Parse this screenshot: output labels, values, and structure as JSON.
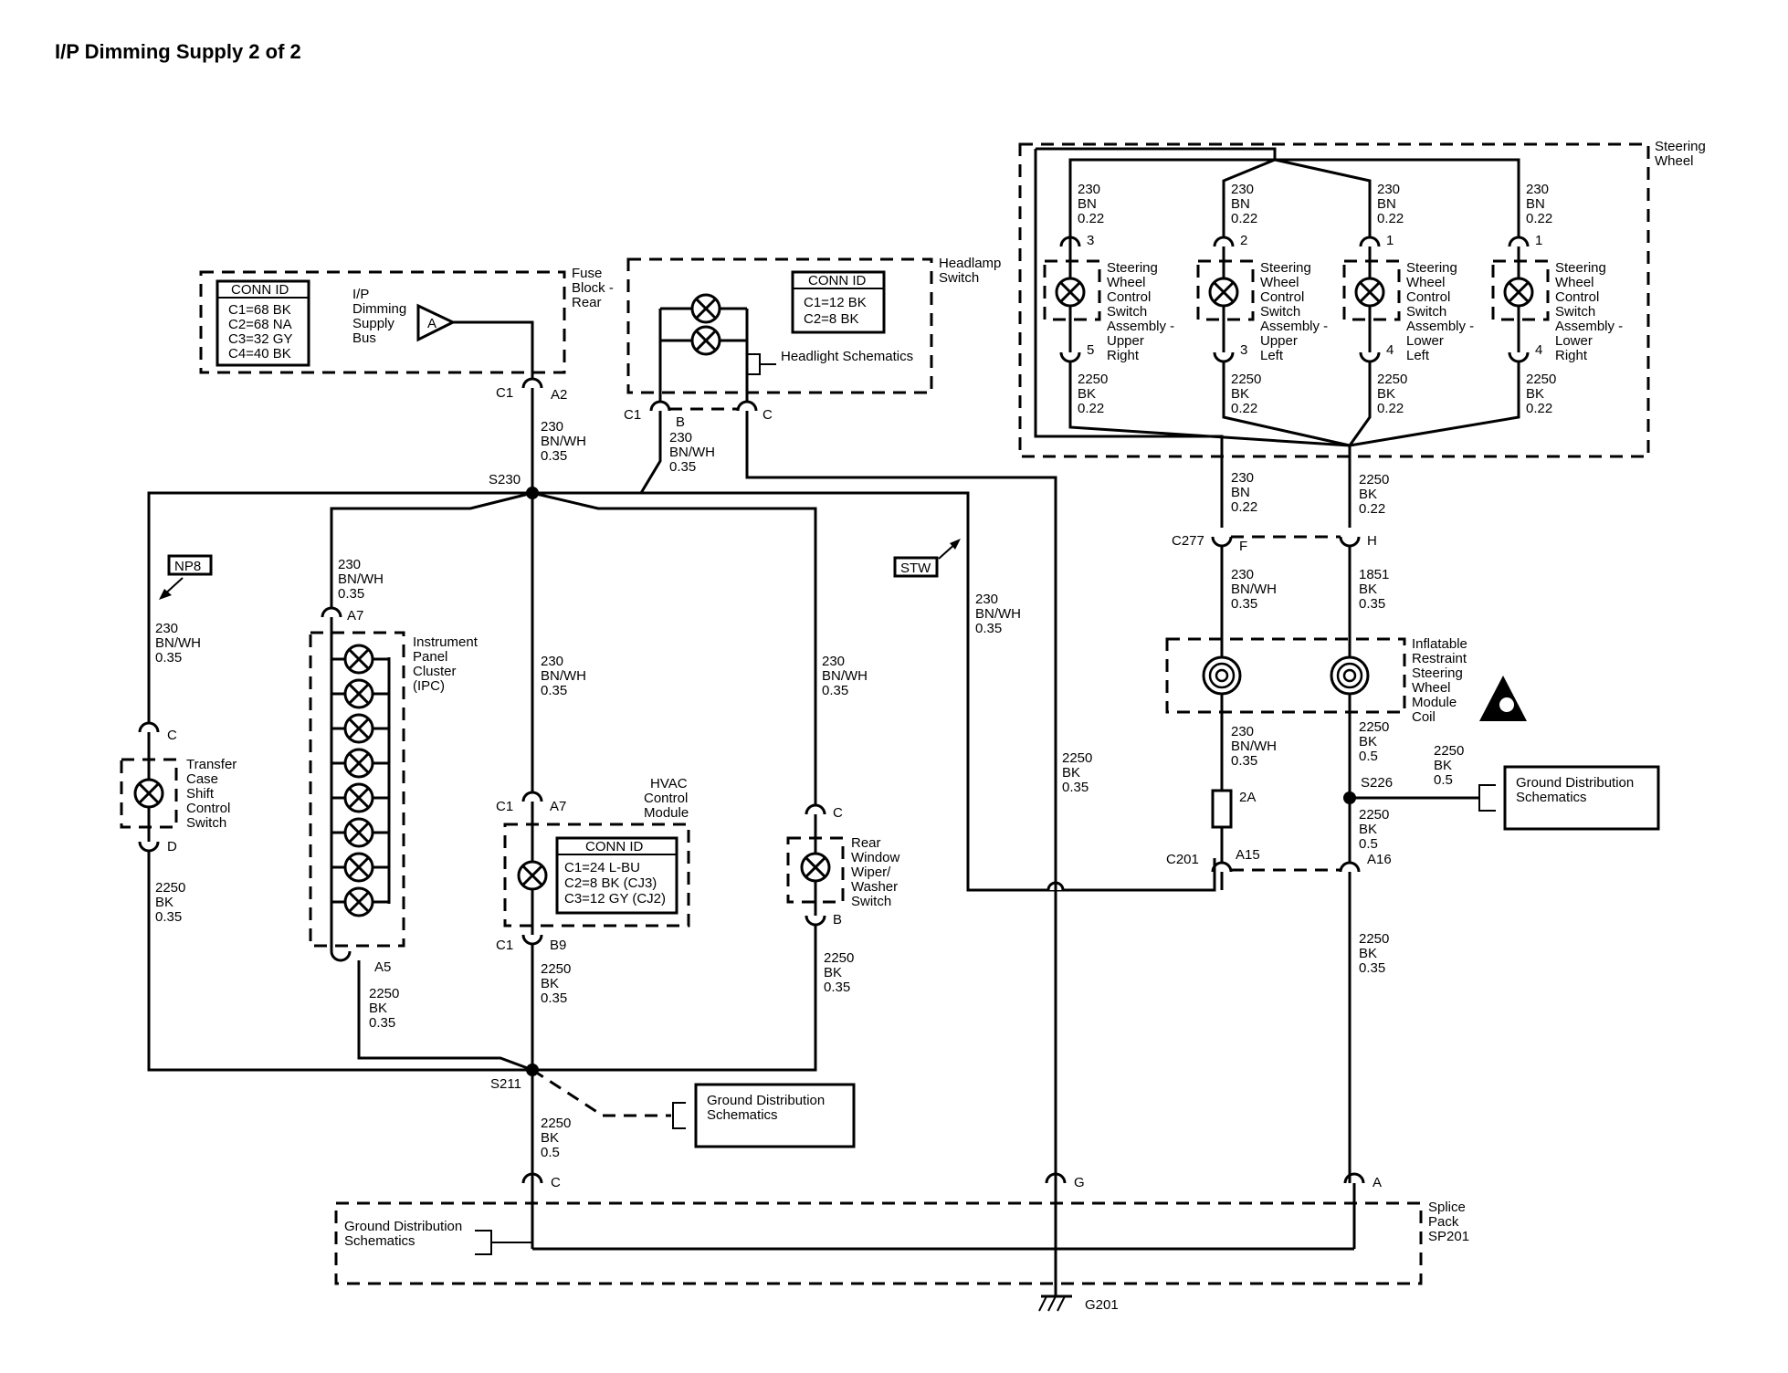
{
  "title": "I/P Dimming Supply 2 of 2",
  "fuse_block": {
    "name": [
      "Fuse",
      "Block -",
      "Rear"
    ],
    "conn_header": "CONN ID",
    "conn_rows": [
      "C1=68 BK",
      "C2=68 NA",
      "C3=32 GY",
      "C4=40 BK"
    ],
    "bus": [
      "I/P",
      "Dimming",
      "Supply",
      "Bus"
    ],
    "bus_letter": "A",
    "connector": "C1",
    "pin": "A2"
  },
  "headlamp": {
    "name": [
      "Headlamp",
      "Switch"
    ],
    "conn_header": "CONN ID",
    "conn_rows": [
      "C1=12 BK",
      "C2=8 BK"
    ],
    "ref": "Headlight Schematics",
    "connector": "C1",
    "pin_b": "B",
    "pin_c": "C",
    "wire_b": [
      "230",
      "BN/WH",
      "0.35"
    ]
  },
  "splices": {
    "s230": "S230",
    "s211": "S211",
    "s226": "S226"
  },
  "wires": {
    "w_fuse": [
      "230",
      "BN/WH",
      "0.35"
    ],
    "w_ipc": [
      "230",
      "BN/WH",
      "0.35"
    ],
    "w_tc": [
      "230",
      "BN/WH",
      "0.35"
    ],
    "w_hvac": [
      "230",
      "BN/WH",
      "0.35"
    ],
    "w_rw": [
      "230",
      "BN/WH",
      "0.35"
    ],
    "w_sw": [
      "230",
      "BN/WH",
      "0.35"
    ],
    "w_g": [
      "2250",
      "BK",
      "0.35"
    ],
    "g_tc": [
      "2250",
      "BK",
      "0.35"
    ],
    "g_ipc": [
      "2250",
      "BK",
      "0.35"
    ],
    "g_hvac": [
      "2250",
      "BK",
      "0.35"
    ],
    "g_rw": [
      "2250",
      "BK",
      "0.35"
    ],
    "g_s211": [
      "2250",
      "BK",
      "0.5"
    ],
    "sw_bn": [
      "230",
      "BN",
      "0.22"
    ],
    "sw_bk": [
      "2250",
      "BK",
      "0.22"
    ],
    "c277_bn": [
      "230",
      "BN/WH",
      "0.35"
    ],
    "c277_bk": [
      "1851",
      "BK",
      "0.35"
    ],
    "coil_bn": [
      "230",
      "BN/WH",
      "0.35"
    ],
    "coil_bk": [
      "2250",
      "BK",
      "0.5"
    ],
    "s226_out": [
      "2250",
      "BK",
      "0.5"
    ],
    "s226_down": [
      "2250",
      "BK",
      "0.5"
    ],
    "a16_down": [
      "2250",
      "BK",
      "0.35"
    ]
  },
  "refs": {
    "np8": "NP8",
    "stw": "STW"
  },
  "ipc": {
    "name": [
      "Instrument",
      "Panel",
      "Cluster",
      "(IPC)"
    ],
    "pin_top": "A7",
    "pin_bottom": "A5"
  },
  "transfer_case": {
    "name": [
      "Transfer",
      "Case",
      "Shift",
      "Control",
      "Switch"
    ],
    "pin_top": "C",
    "pin_bottom": "D"
  },
  "hvac": {
    "name": [
      "HVAC",
      "Control",
      "Module"
    ],
    "conn_header": "CONN ID",
    "conn_rows": [
      "C1=24 L-BU",
      "C2=8 BK (CJ3)",
      "C3=12 GY (CJ2)"
    ],
    "connector_top": "C1",
    "pin_top": "A7",
    "connector_bottom": "C1",
    "pin_bottom": "B9"
  },
  "rear_wiper": {
    "name": [
      "Rear",
      "Window",
      "Wiper/",
      "Washer",
      "Switch"
    ],
    "pin_top": "C",
    "pin_bottom": "B"
  },
  "steering_wheel": {
    "name": [
      "Steering",
      "Wheel"
    ],
    "switches": [
      {
        "label": [
          "Steering",
          "Wheel",
          "Control",
          "Switch",
          "Assembly -",
          "Upper",
          "Right"
        ],
        "pin_top": "3",
        "pin_bottom": "5"
      },
      {
        "label": [
          "Steering",
          "Wheel",
          "Control",
          "Switch",
          "Assembly -",
          "Upper",
          "Left"
        ],
        "pin_top": "2",
        "pin_bottom": "3"
      },
      {
        "label": [
          "Steering",
          "Wheel",
          "Control",
          "Switch",
          "Assembly -",
          "Lower",
          "Left"
        ],
        "pin_top": "1",
        "pin_bottom": "4"
      },
      {
        "label": [
          "Steering",
          "Wheel",
          "Control",
          "Switch",
          "Assembly -",
          "Lower",
          "Right"
        ],
        "pin_top": "1",
        "pin_bottom": "4"
      }
    ]
  },
  "c277": {
    "connector": "C277",
    "pin_f": "F",
    "pin_h": "H"
  },
  "coil": {
    "name": [
      "Inflatable",
      "Restraint",
      "Steering",
      "Wheel",
      "Module",
      "Coil"
    ]
  },
  "fuse_2a": "2A",
  "c201": {
    "connector": "C201",
    "pin_a15": "A15",
    "pin_a16": "A16"
  },
  "ground_refs": {
    "s226": [
      "Ground Distribution",
      "Schematics"
    ],
    "s211": [
      "Ground Distribution",
      "Schematics"
    ],
    "splice_pack": [
      "Ground Distribution",
      "Schematics"
    ]
  },
  "splice_pack": {
    "name": [
      "Splice",
      "Pack",
      "SP201"
    ],
    "pin_c": "C",
    "pin_g": "G",
    "pin_a": "A"
  },
  "ground": "G201"
}
